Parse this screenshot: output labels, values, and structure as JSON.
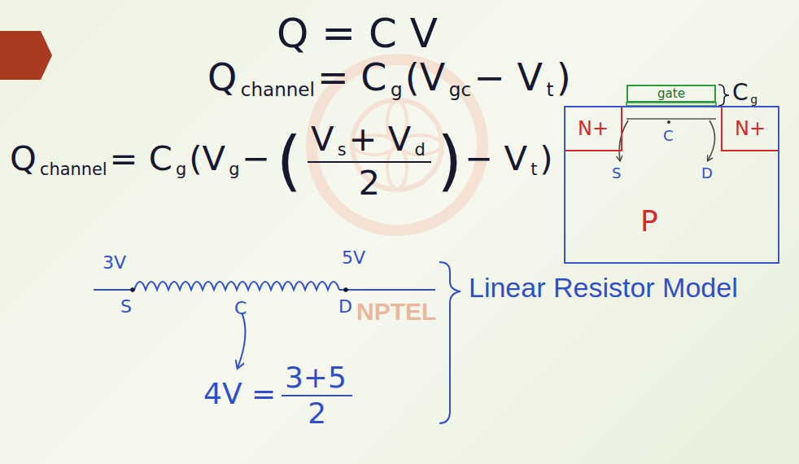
{
  "diagram": {
    "nodes": [
      {
        "text": [
          "gate"
        ]
      },
      {
        "text": [
          "P"
        ]
      },
      {
        "text": [
          "N+"
        ],
        "in": 1
      },
      {
        "text": [
          "N+"
        ],
        "in": 1
      }
    ],
    "labels": [
      "Q = C V",
      "Q",
      "channel",
      "= C",
      "g",
      "(V",
      "gc",
      "− V",
      "t",
      ")",
      "Q",
      "channel",
      "= C",
      "g",
      "(V",
      "g",
      "−",
      "(",
      "V",
      "s",
      "+ V",
      "d",
      ")",
      "2",
      "− V",
      "t",
      ")",
      "C",
      "g",
      "S",
      "C",
      "D",
      "3V",
      "5V",
      "S",
      "C",
      "D",
      "4V =",
      "3+5",
      "2",
      "Linear Resistor Model",
      "NPTEL"
    ]
  }
}
